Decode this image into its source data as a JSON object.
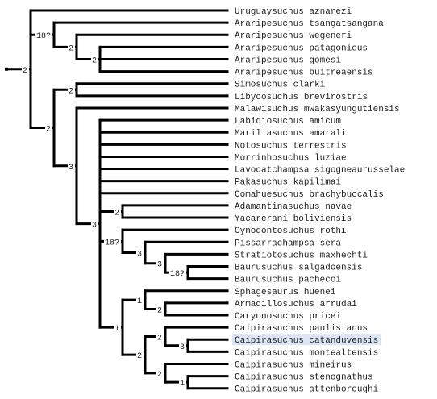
{
  "highlight_color": "#dbe5f3",
  "line_color": "#000000",
  "root_support": "2",
  "taxa": [
    "Uruguaysuchus aznarezi",
    "Araripesuchus tsangatsangana",
    "Araripesuchus wegeneri",
    "Araripesuchus patagonicus",
    "Araripesuchus gomesi",
    "Araripesuchus buitreaensis",
    "Simosuchus clarki",
    "Libycosuchus brevirostris",
    "Malawisuchus mwakasyungutiensis",
    "Labidiosuchus amicum",
    "Mariliasuchus amarali",
    "Notosuchus terrestris",
    "Morrinhosuchus luziae",
    "Lavocatchampsa sigogneaurusselae",
    "Pakasuchus kapilimai",
    "Comahuesuchus brachybuccalis",
    "Adamantinasuchus navae",
    "Yacarerani boliviensis",
    "Cynodontosuchus rothi",
    "Pissarrachampsa sera",
    "Stratiotosuchus maxhechti",
    "Baurusuchus salgadoensis",
    "Baurusuchus pachecoi",
    "Sphagesaurus huenei",
    "Armadillosuchus arrudai",
    "Caryonosuchus pricei",
    "Caipirasuchus paulistanus",
    "Caipirasuchus catanduvensis",
    "Caipirasuchus montealtensis",
    "Caipirasuchus mineirus",
    "Caipirasuchus stenognathus",
    "Caipirasuchus attenboroughi"
  ],
  "highlighted_taxon": "Caipirasuchus catanduvensis",
  "tree": {
    "support": "2",
    "children": [
      {
        "taxon": 0
      },
      {
        "support": "18?",
        "children": [
          {
            "taxon": 1
          },
          {
            "support": "2",
            "children": [
              {
                "taxon": 2
              },
              {
                "support": "2",
                "children": [
                  {
                    "taxon": 3
                  },
                  {
                    "taxon": 4
                  },
                  {
                    "taxon": 5
                  }
                ]
              }
            ]
          }
        ]
      },
      {
        "support": "2",
        "children": [
          {
            "support": "2",
            "children": [
              {
                "taxon": 6
              },
              {
                "taxon": 7
              }
            ]
          },
          {
            "support": "3",
            "children": [
              {
                "taxon": 8
              },
              {
                "support": "3",
                "children": [
                  {
                    "taxon": 9
                  },
                  {
                    "taxon": 10
                  },
                  {
                    "taxon": 11
                  },
                  {
                    "taxon": 12
                  },
                  {
                    "taxon": 13
                  },
                  {
                    "taxon": 14
                  },
                  {
                    "taxon": 15
                  },
                  {
                    "support": "2",
                    "children": [
                      {
                        "taxon": 16
                      },
                      {
                        "taxon": 17
                      }
                    ]
                  },
                  {
                    "support": "18?",
                    "children": [
                      {
                        "taxon": 18
                      },
                      {
                        "support": "3",
                        "children": [
                          {
                            "taxon": 19
                          },
                          {
                            "support": "3",
                            "children": [
                              {
                                "taxon": 20
                              },
                              {
                                "support": "18?",
                                "children": [
                                  {
                                    "taxon": 21
                                  },
                                  {
                                    "taxon": 22
                                  }
                                ]
                              }
                            ]
                          }
                        ]
                      }
                    ]
                  },
                  {
                    "support": "1",
                    "children": [
                      {
                        "support": "1",
                        "children": [
                          {
                            "taxon": 23
                          },
                          {
                            "support": "2",
                            "children": [
                              {
                                "taxon": 24
                              },
                              {
                                "taxon": 25
                              }
                            ]
                          }
                        ]
                      },
                      {
                        "support": "2",
                        "children": [
                          {
                            "support": "2",
                            "children": [
                              {
                                "taxon": 26
                              },
                              {
                                "support": "3",
                                "children": [
                                  {
                                    "taxon": 27
                                  },
                                  {
                                    "taxon": 28
                                  }
                                ]
                              }
                            ]
                          },
                          {
                            "support": "2",
                            "children": [
                              {
                                "taxon": 29
                              },
                              {
                                "support": "1",
                                "children": [
                                  {
                                    "taxon": 30
                                  },
                                  {
                                    "taxon": 31
                                  }
                                ]
                              }
                            ]
                          }
                        ]
                      }
                    ]
                  }
                ]
              }
            ]
          }
        ]
      }
    ]
  }
}
